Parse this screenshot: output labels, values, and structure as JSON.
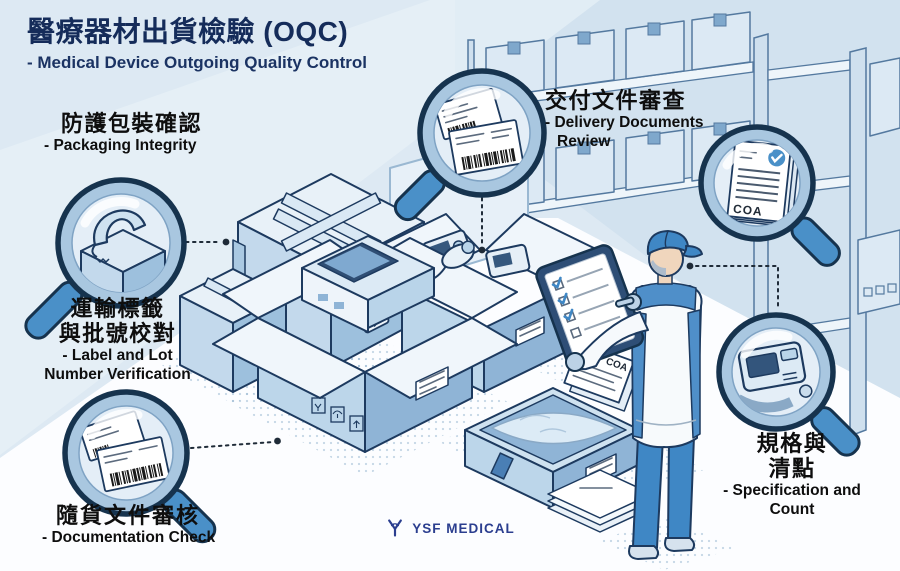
{
  "header": {
    "title_zh": "醫療器材出貨檢驗 (OQC)",
    "title_en": "- Medical Device Outgoing Quality Control"
  },
  "steps": [
    {
      "key": "packaging-integrity",
      "zh_lines": [
        "防護包裝確認"
      ],
      "en_lines": [
        "- Packaging Integrity"
      ]
    },
    {
      "key": "delivery-documents-review",
      "zh_lines": [
        "交付文件審查"
      ],
      "en_lines": [
        "- Delivery Documents",
        "Review"
      ]
    },
    {
      "key": "label-lot-verification",
      "zh_lines": [
        "運輸標籤",
        "與批號校對"
      ],
      "en_lines": [
        "- Label and Lot",
        "Number Verification"
      ]
    },
    {
      "key": "documentation-check",
      "zh_lines": [
        "隨貨文件審核"
      ],
      "en_lines": [
        "- Documentation Check"
      ]
    },
    {
      "key": "specification-count",
      "zh_lines": [
        "規格與",
        "清點"
      ],
      "en_lines": [
        "- Specification and",
        "Count"
      ]
    }
  ],
  "illustration": {
    "coa_magnifier_label": "COA",
    "coa_tray_label": "COA"
  },
  "brand": {
    "name": "YSF MEDICAL"
  },
  "colors": {
    "background": "#dde9f3",
    "floor": "#fcfdff",
    "title_navy": "#152c5a",
    "label_black": "#0e0e0e",
    "outline_navy": "#1d3a5f",
    "accent_blue": "#4a90c8",
    "box_light": "#cfe2f0",
    "box_mid": "#a9c7e0",
    "brand_navy": "#2b3e8f"
  }
}
